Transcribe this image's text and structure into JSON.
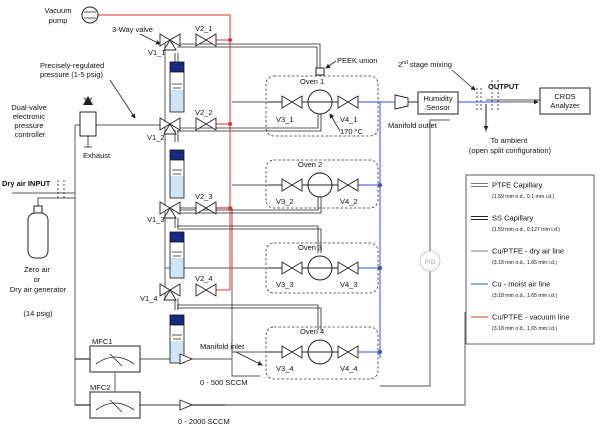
{
  "labels": {
    "vacuum_pump": [
      "Vacuum",
      "pump"
    ],
    "three_way_valve": "3-Way valve",
    "precisely_regulated": [
      "Precisely-regulated",
      "pressure (1-5 psig)"
    ],
    "dual_valve": [
      "Dual-valve",
      "electronic",
      "pressure",
      "controller"
    ],
    "exhaust": "Exhaust",
    "dry_air_input": "Dry air INPUT",
    "zero_air": [
      "Zero air",
      "or",
      "Dry air generator"
    ],
    "zero_air_pressure": "(14 psig)",
    "peek_union": "PEEK union",
    "second_stage": "2nd stage mixing",
    "output": "OUTPUT",
    "crds": [
      "CRDS",
      "Analyzer"
    ],
    "humidity_sensor": [
      "Humidity",
      "Sensor"
    ],
    "manifold_outlet": "Manifold outlet",
    "to_ambient": [
      "To ambient",
      "(open split configuration)"
    ],
    "temp": "170 °C",
    "manifold_inlet": "Manifold inlet",
    "pid": "PID",
    "mfc1": "MFC1",
    "mfc2": "MFC2",
    "mfc1_range": "0 - 500 SCCM",
    "mfc2_range": "0 - 2000 SCCM"
  },
  "valves": {
    "v1_1": "V1_1",
    "v1_2": "V1_2",
    "v1_3": "V1_3",
    "v1_4": "V1_4",
    "v2_1": "V2_1",
    "v2_2": "V2_2",
    "v2_3": "V2_3",
    "v2_4": "V2_4",
    "v3_1": "V3_1",
    "v3_2": "V3_2",
    "v3_3": "V3_3",
    "v3_4": "V3_4",
    "v4_1": "V4_1",
    "v4_2": "V4_2",
    "v4_3": "V4_3",
    "v4_4": "V4_4"
  },
  "ovens": [
    "Oven 1",
    "Oven 2",
    "Oven 3",
    "Oven 4"
  ],
  "legend": [
    {
      "title": "PTFE Capillary",
      "sub": "(1.59 mm o.d., 0.1 mm i.d.)",
      "style": "double",
      "color": "#777777"
    },
    {
      "title": "SS Capillary",
      "sub": "(1.59 mm o.d., 0.127 mm i.d.)",
      "style": "double",
      "color": "#222222"
    },
    {
      "title": "Cu/PTFE - dry air line",
      "sub": "(3.18 mm o.d., 1.65 mm i.d.)",
      "style": "single",
      "color": "#777777"
    },
    {
      "title": "Cu - moist air line",
      "sub": "(3.18 mm o.d., 1.65 mm i.d.)",
      "style": "single",
      "color": "#3050d0"
    },
    {
      "title": "Cu/PTFE - vacuum line",
      "sub": "(3.18 mm o.d., 1.65 mm i.d.)",
      "style": "single",
      "color": "#e03030"
    }
  ]
}
